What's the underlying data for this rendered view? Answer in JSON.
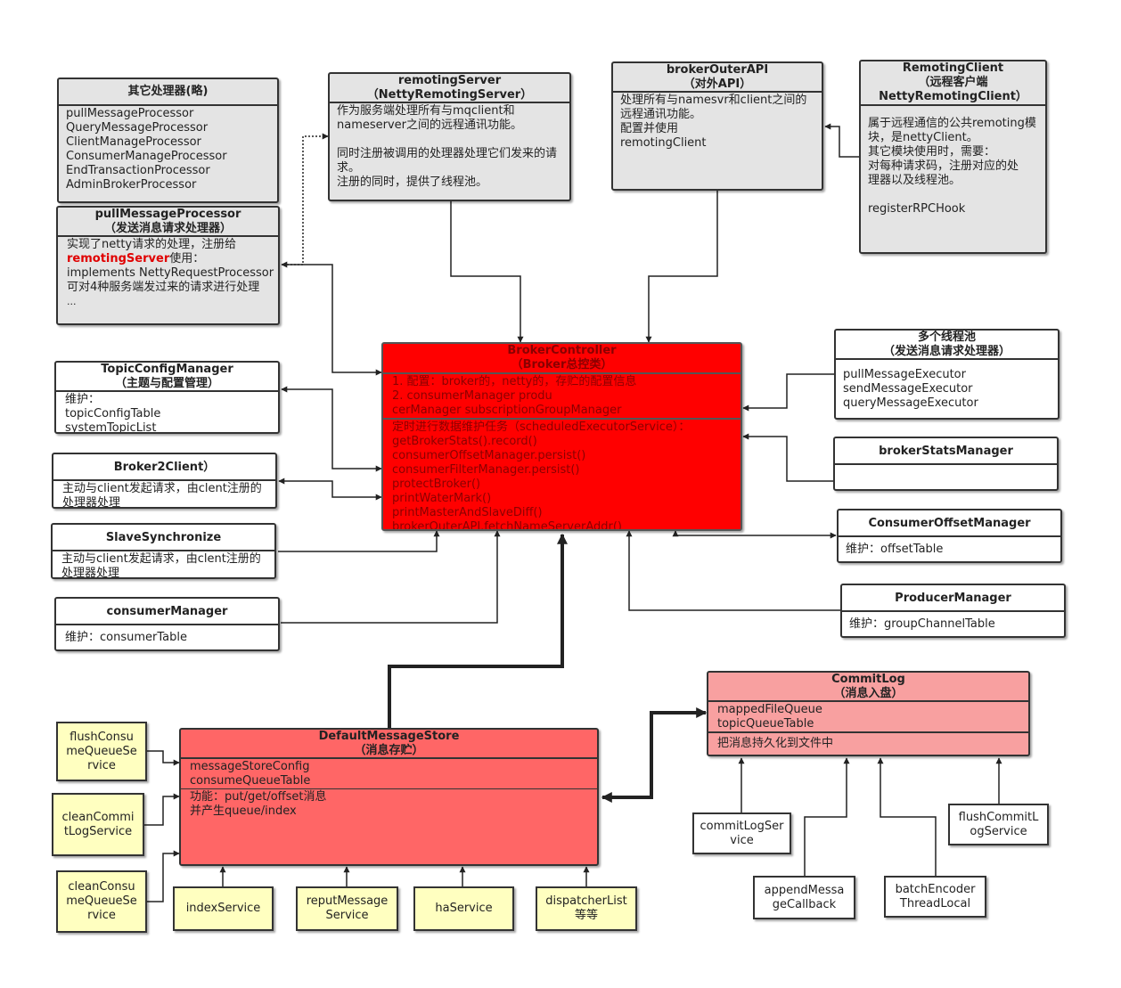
{
  "other_processors": {
    "title": "其它处理器(略)",
    "items": [
      "pullMessageProcessor",
      "QueryMessageProcessor",
      "ClientManageProcessor",
      "ConsumerManageProcessor",
      "EndTransactionProcessor",
      "AdminBrokerProcessor"
    ]
  },
  "pull_message_processor": {
    "title": "pullMessageProcessor",
    "subtitle": "（发送消息请求处理器）",
    "line1": "实现了netty请求的处理，注册给",
    "line2_highlight": "remotingServer",
    "line2_rest": "使用：",
    "line3": "implements NettyRequestProcessor",
    "line4": "可对4种服务端发过来的请求进行处理",
    "line5": "..."
  },
  "remoting_server": {
    "title": "remotingServer",
    "subtitle": "（NettyRemotingServer）",
    "lines": [
      "作为服务端处理所有与mqclient和",
      "nameserver之间的远程通讯功能。",
      "",
      "同时注册被调用的处理器处理它们发来的请",
      "求。",
      "注册的同时，提供了线程池。"
    ]
  },
  "broker_outer_api": {
    "title": "brokerOuterAPI",
    "subtitle": "（对外API）",
    "lines": [
      "处理所有与namesvr和client之间的",
      "远程通讯功能。",
      "配置并使用",
      "remotingClient"
    ]
  },
  "remoting_client": {
    "title": "RemotingClient",
    "subtitle": "（远程客户端",
    "subtitle2": "NettyRemotingClient）",
    "lines": [
      "属于远程通信的公共remoting模",
      "块，是nettyClient。",
      "其它模块使用时，需要：",
      "对每种请求码，注册对应的处",
      "理器以及线程池。",
      "",
      "registerRPCHook"
    ]
  },
  "broker_controller": {
    "title": "BrokerController",
    "subtitle": "（Broker总控类）",
    "config_lines": [
      "1. 配置：broker的，netty的，存贮的配置信息",
      "2. consumerManager produ",
      "cerManager subscriptionGroupManager"
    ],
    "task_lines": [
      "定时进行数据维护任务（scheduledExecutorService）：",
      "getBrokerStats().record()",
      "consumerOffsetManager.persist()",
      "consumerFilterManager.persist()",
      "protectBroker()",
      "printWaterMark()",
      "printMasterAndSlaveDiff()",
      "brokerOuterAPI.fetchNameServerAddr()"
    ]
  },
  "thread_pools": {
    "title": "多个线程池",
    "subtitle": "（发送消息请求处理器）",
    "items": [
      "pullMessageExecutor",
      "sendMessageExecutor",
      "queryMessageExecutor"
    ]
  },
  "broker_stats_manager": {
    "title": "brokerStatsManager"
  },
  "consumer_offset_manager": {
    "title": "ConsumerOffsetManager",
    "body": "维护：offsetTable"
  },
  "producer_manager": {
    "title": "ProducerManager",
    "body": "维护：groupChannelTable"
  },
  "topic_config_manager": {
    "title": "TopicConfigManager",
    "subtitle": "（主题与配置管理）",
    "lines": [
      "维护：",
      "topicConfigTable",
      "systemTopicList"
    ]
  },
  "broker2client": {
    "title": "Broker2Client）",
    "lines": [
      "主动与client发起请求，由clent注册的",
      "处理器处理"
    ]
  },
  "slave_synchronize": {
    "title": "SlaveSynchronize",
    "lines": [
      "主动与client发起请求，由clent注册的",
      "处理器处理"
    ]
  },
  "consumer_manager": {
    "title": "consumerManager",
    "body": "维护：consumerTable"
  },
  "default_message_store": {
    "title": "DefaultMessageStore",
    "subtitle": "（消息存贮）",
    "fields": [
      "messageStoreConfig",
      "consumeQueueTable"
    ],
    "funcs": [
      "功能：put/get/offset消息",
      "并产生queue/index"
    ]
  },
  "commit_log": {
    "title": "CommitLog",
    "subtitle": "（消息入盘）",
    "fields": [
      "mappedFileQueue",
      "topicQueueTable"
    ],
    "funcs": [
      "把消息持久化到文件中"
    ]
  },
  "store_services": {
    "flush_consume": [
      "flushConsu",
      "meQueueSe",
      "rvice"
    ],
    "clean_commit": [
      "cleanCommi",
      "tLogService"
    ],
    "clean_consume": [
      "cleanConsu",
      "meQueueSe",
      "rvice"
    ],
    "index": [
      "indexService"
    ],
    "reput": [
      "reputMessage",
      "Service"
    ],
    "ha": [
      "haService"
    ],
    "dispatcher": [
      "dispatcherList",
      "等等"
    ]
  },
  "commitlog_services": {
    "commit_service": [
      "commitLogSer",
      "vice"
    ],
    "append_callback": [
      "appendMessa",
      "geCallback"
    ],
    "batch_encoder": [
      "batchEncoder",
      "ThreadLocal"
    ],
    "flush_commit": [
      "flushCommitL",
      "ogService"
    ]
  },
  "colors": {
    "controller": "#ff0000",
    "store": "#ff6666",
    "commitlog": "#f8a0a0",
    "service": "#ffffc0",
    "manager": "#e4e4e4"
  }
}
